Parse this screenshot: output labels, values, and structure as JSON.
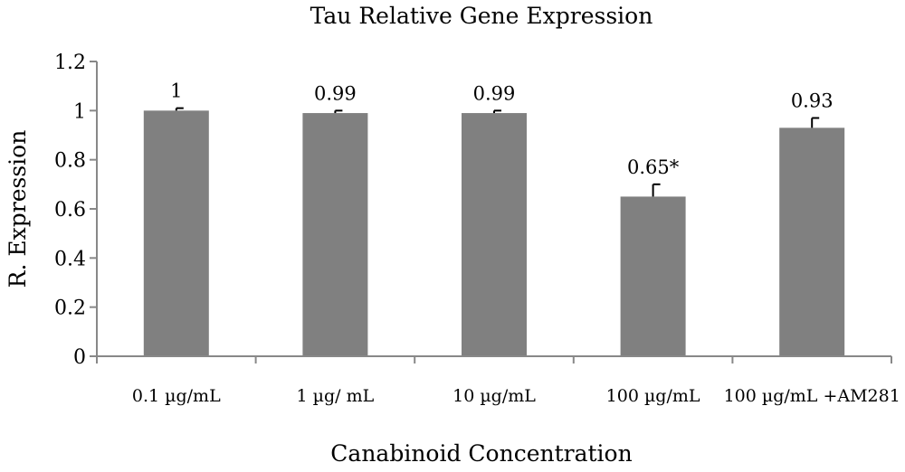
{
  "chart_data": {
    "type": "bar",
    "title": "Tau Relative Gene Expression",
    "xlabel": "Canabinoid Concentration",
    "ylabel": "R. Expression",
    "ylim": [
      0,
      1.2
    ],
    "yticks": [
      "0",
      "0.2",
      "0.4",
      "0.6",
      "0.8",
      "1",
      "1.2"
    ],
    "grid": false,
    "bar_color": "#808080",
    "categories": [
      "0.1 µg/mL",
      "1 µg/ mL",
      "10 µg/mL",
      "100 µg/mL",
      "100 µg/mL +AM281"
    ],
    "values": [
      1.0,
      0.99,
      0.99,
      0.65,
      0.93
    ],
    "errors": [
      0.01,
      0.01,
      0.01,
      0.05,
      0.04
    ],
    "data_labels": [
      "1",
      "0.99",
      "0.99",
      "0.65*",
      "0.93"
    ]
  }
}
